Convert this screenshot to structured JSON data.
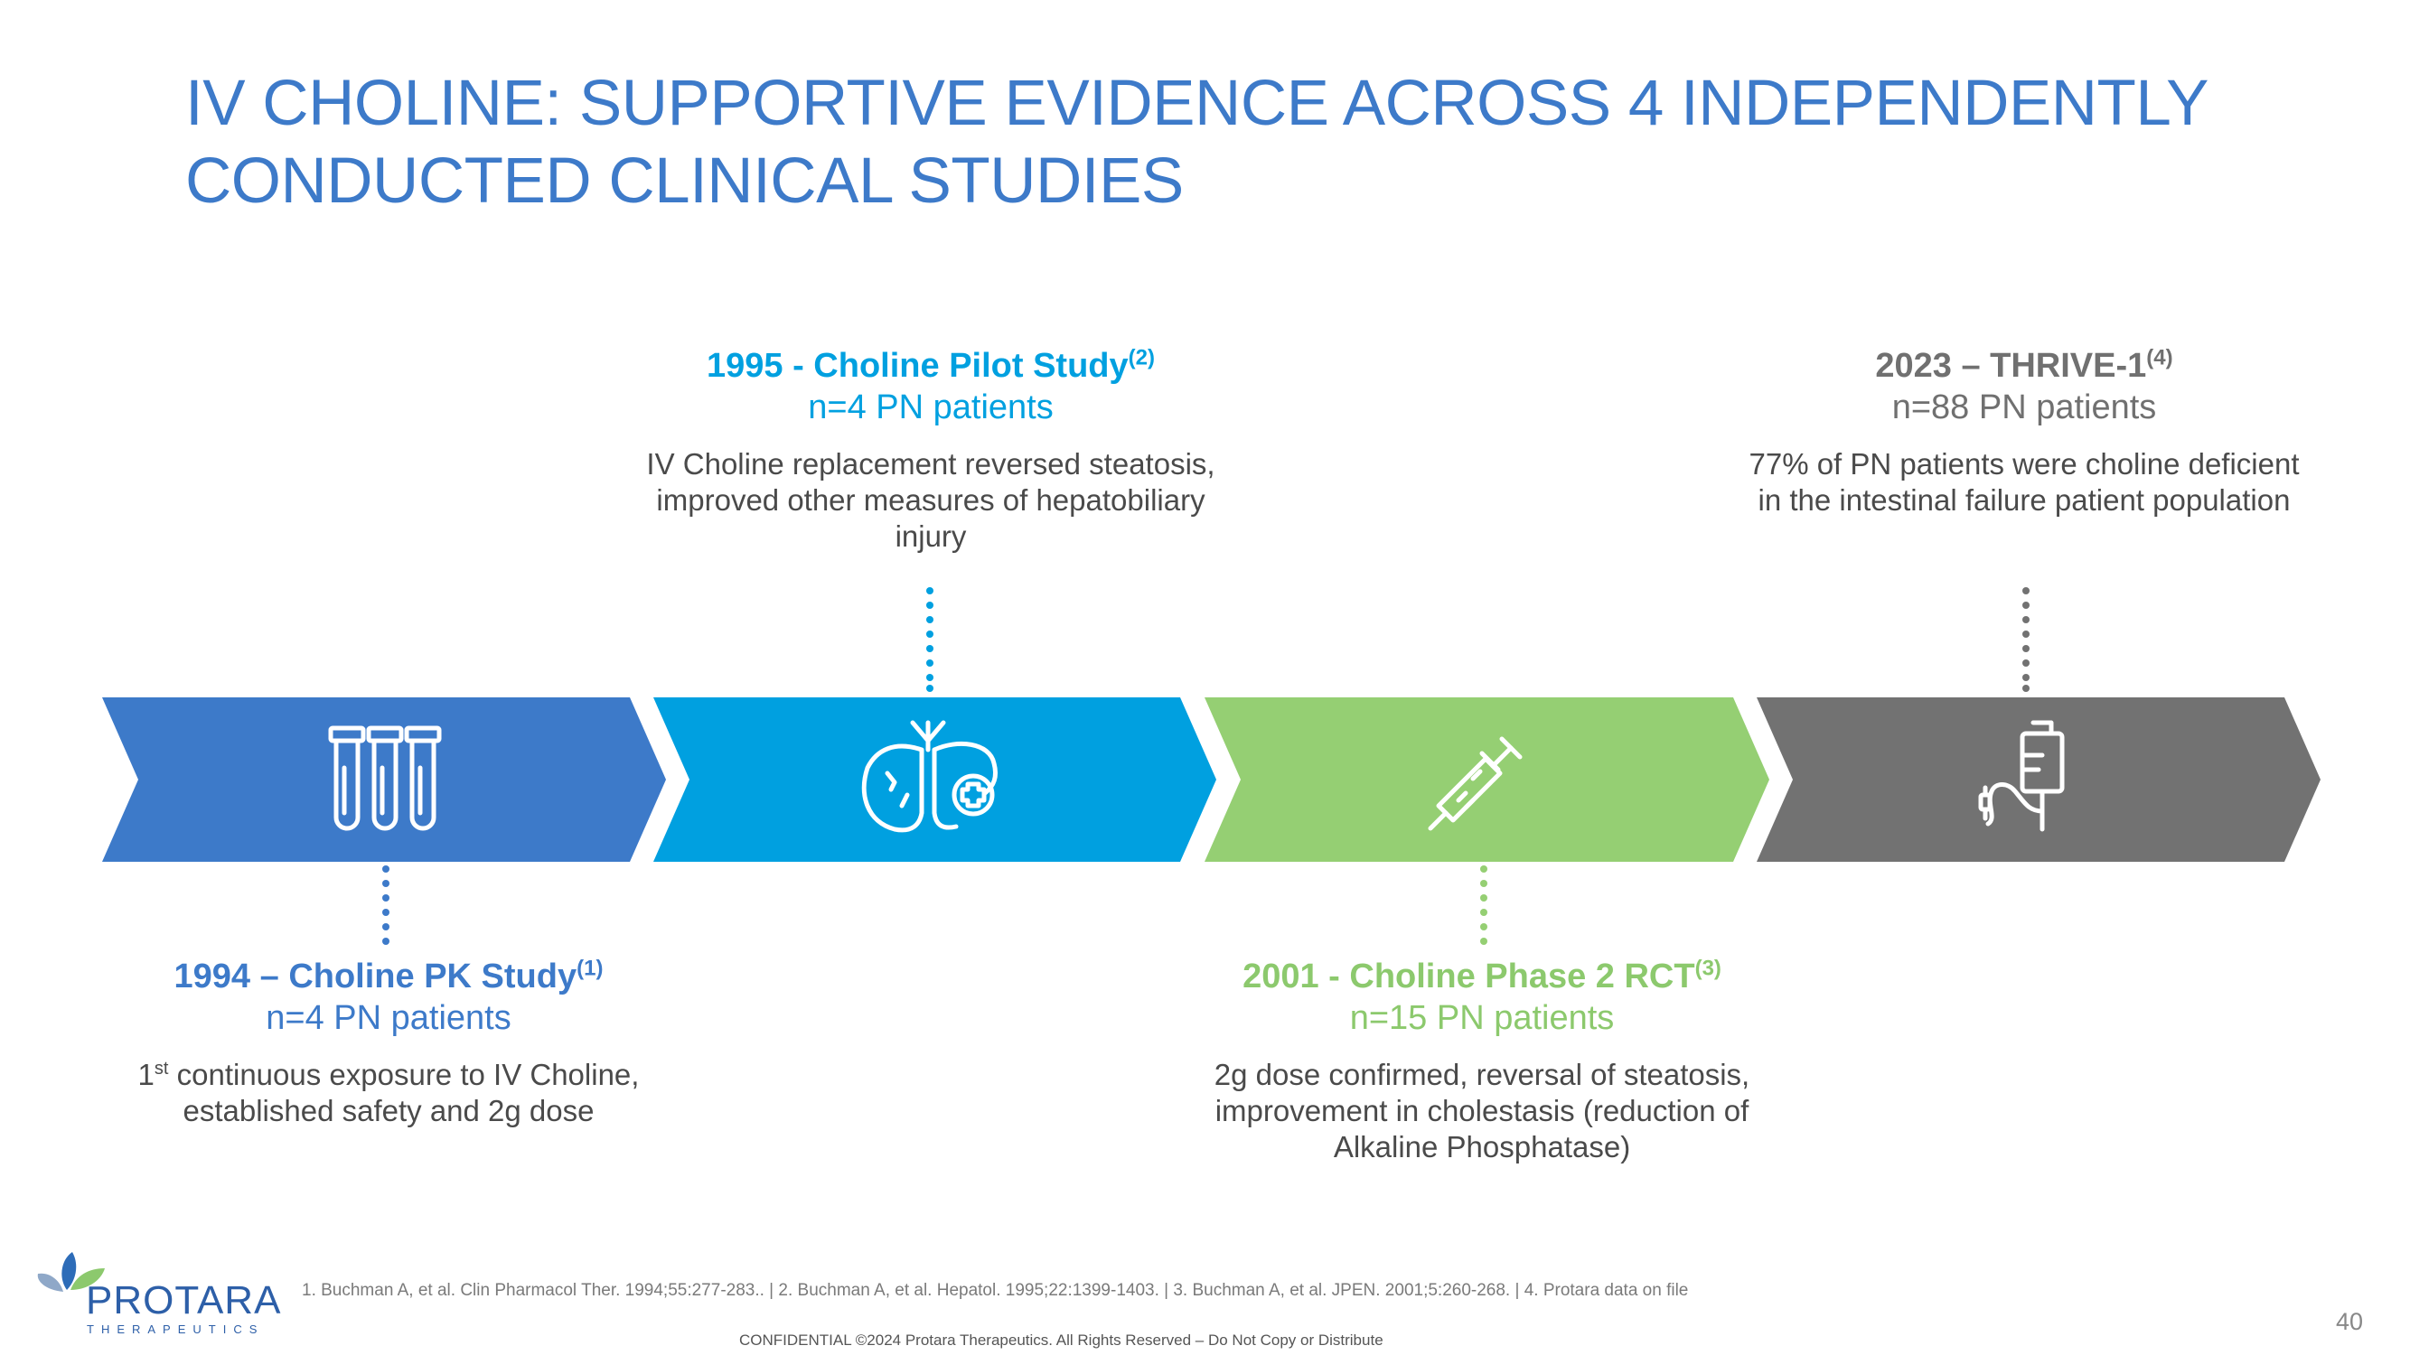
{
  "slide": {
    "title_line1": "IV CHOLINE: SUPPORTIVE EVIDENCE ACROSS 4 INDEPENDENTLY",
    "title_line2": "CONDUCTED CLINICAL STUDIES",
    "page_number": "40"
  },
  "milestones": {
    "m1994": {
      "heading": "1994 – Choline PK Study",
      "ref": "(1)",
      "patients": "n=4 PN patients",
      "desc_pre": "1",
      "desc_sup": "st",
      "desc_post": " continuous exposure to IV Choline, established safety and 2g dose",
      "color": "#3d7ac9",
      "icon": "test-tubes-icon"
    },
    "m1995": {
      "heading": "1995 - Choline Pilot Study",
      "ref": "(2)",
      "patients": "n=4 PN patients",
      "desc": "IV Choline replacement reversed steatosis, improved other measures of hepatobiliary injury",
      "color": "#00a0e0",
      "icon": "liver-icon"
    },
    "m2001": {
      "heading": "2001 - Choline Phase 2 RCT",
      "ref": "(3)",
      "patients": "n=15 PN patients",
      "desc": "2g dose confirmed, reversal of steatosis, improvement in cholestasis (reduction of Alkaline Phosphatase)",
      "color": "#95cf73",
      "icon": "syringe-icon"
    },
    "m2023": {
      "heading": "2023 – THRIVE-1",
      "ref": "(4)",
      "patients": "n=88 PN patients",
      "desc": "77% of PN patients were choline deficient in the intestinal failure patient population",
      "color": "#727272",
      "icon": "iv-bag-icon"
    }
  },
  "footer": {
    "references": "1. Buchman A, et al. Clin Pharmacol Ther. 1994;55:277-283.. | 2. Buchman A,  et al. Hepatol. 1995;22:1399-1403. | 3. Buchman A, et al. JPEN. 2001;5:260-268. | 4. Protara data on file",
    "confidential": "CONFIDENTIAL ©2024 Protara Therapeutics. All Rights Reserved – Do Not Copy or Distribute",
    "logo_word": "PROTARA",
    "logo_tag": "THERAPEUTICS"
  }
}
